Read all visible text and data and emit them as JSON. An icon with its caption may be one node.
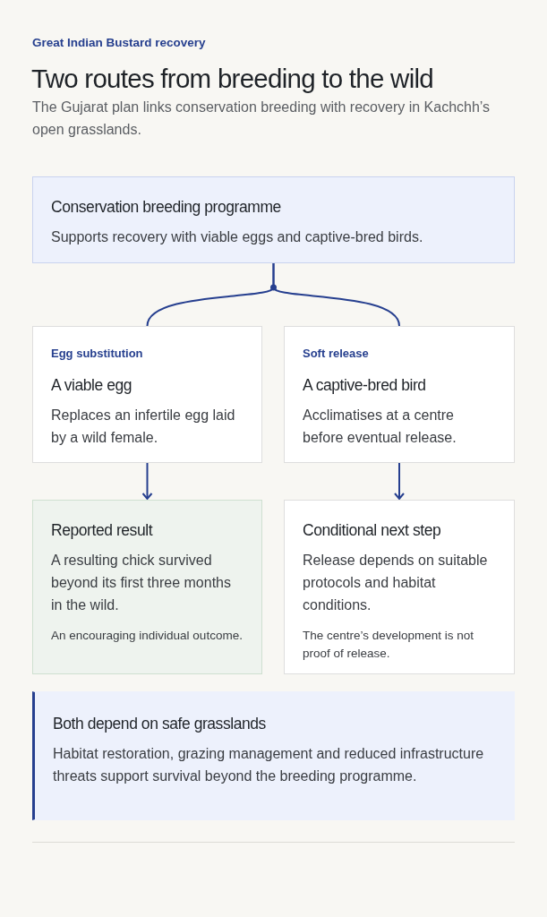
{
  "diagram": {
    "title": "Two routes from breeding to the wild",
    "nodes": [
      {
        "text": [
          "Conservation breeding programme",
          "Supports recovery with viable eggs and captive-bred birds."
        ]
      },
      {
        "text": [
          "Egg substitution",
          "A viable egg",
          "Replaces an infertile egg laid by a wild female."
        ]
      },
      {
        "text": [
          "Soft release",
          "A captive-bred bird",
          "Acclimatises at a centre before eventual release."
        ]
      },
      {
        "text": [
          "Reported result",
          "A resulting chick survived beyond its first three months in the wild.",
          "An encouraging individual outcome."
        ]
      },
      {
        "text": [
          "Conditional next step",
          "Release depends on suitable protocols and habitat conditions.",
          "The centre’s development is not proof of release."
        ]
      },
      {
        "text": [
          "Both depend on safe grasslands",
          "Habitat restoration, grazing management and reduced infrastructure threats support survival beyond the breeding programme."
        ]
      }
    ],
    "edges": [
      {
        "from": 0,
        "to": 1,
        "arrow": "none"
      },
      {
        "from": 0,
        "to": 2,
        "arrow": "none"
      },
      {
        "from": 1,
        "to": 3,
        "arrow": "to"
      },
      {
        "from": 2,
        "to": 4,
        "arrow": "to"
      }
    ],
    "labels": [
      "Great Indian Bustard recovery",
      "The Gujarat plan links conservation breeding with recovery in Kachchh’s open grasslands."
    ]
  }
}
